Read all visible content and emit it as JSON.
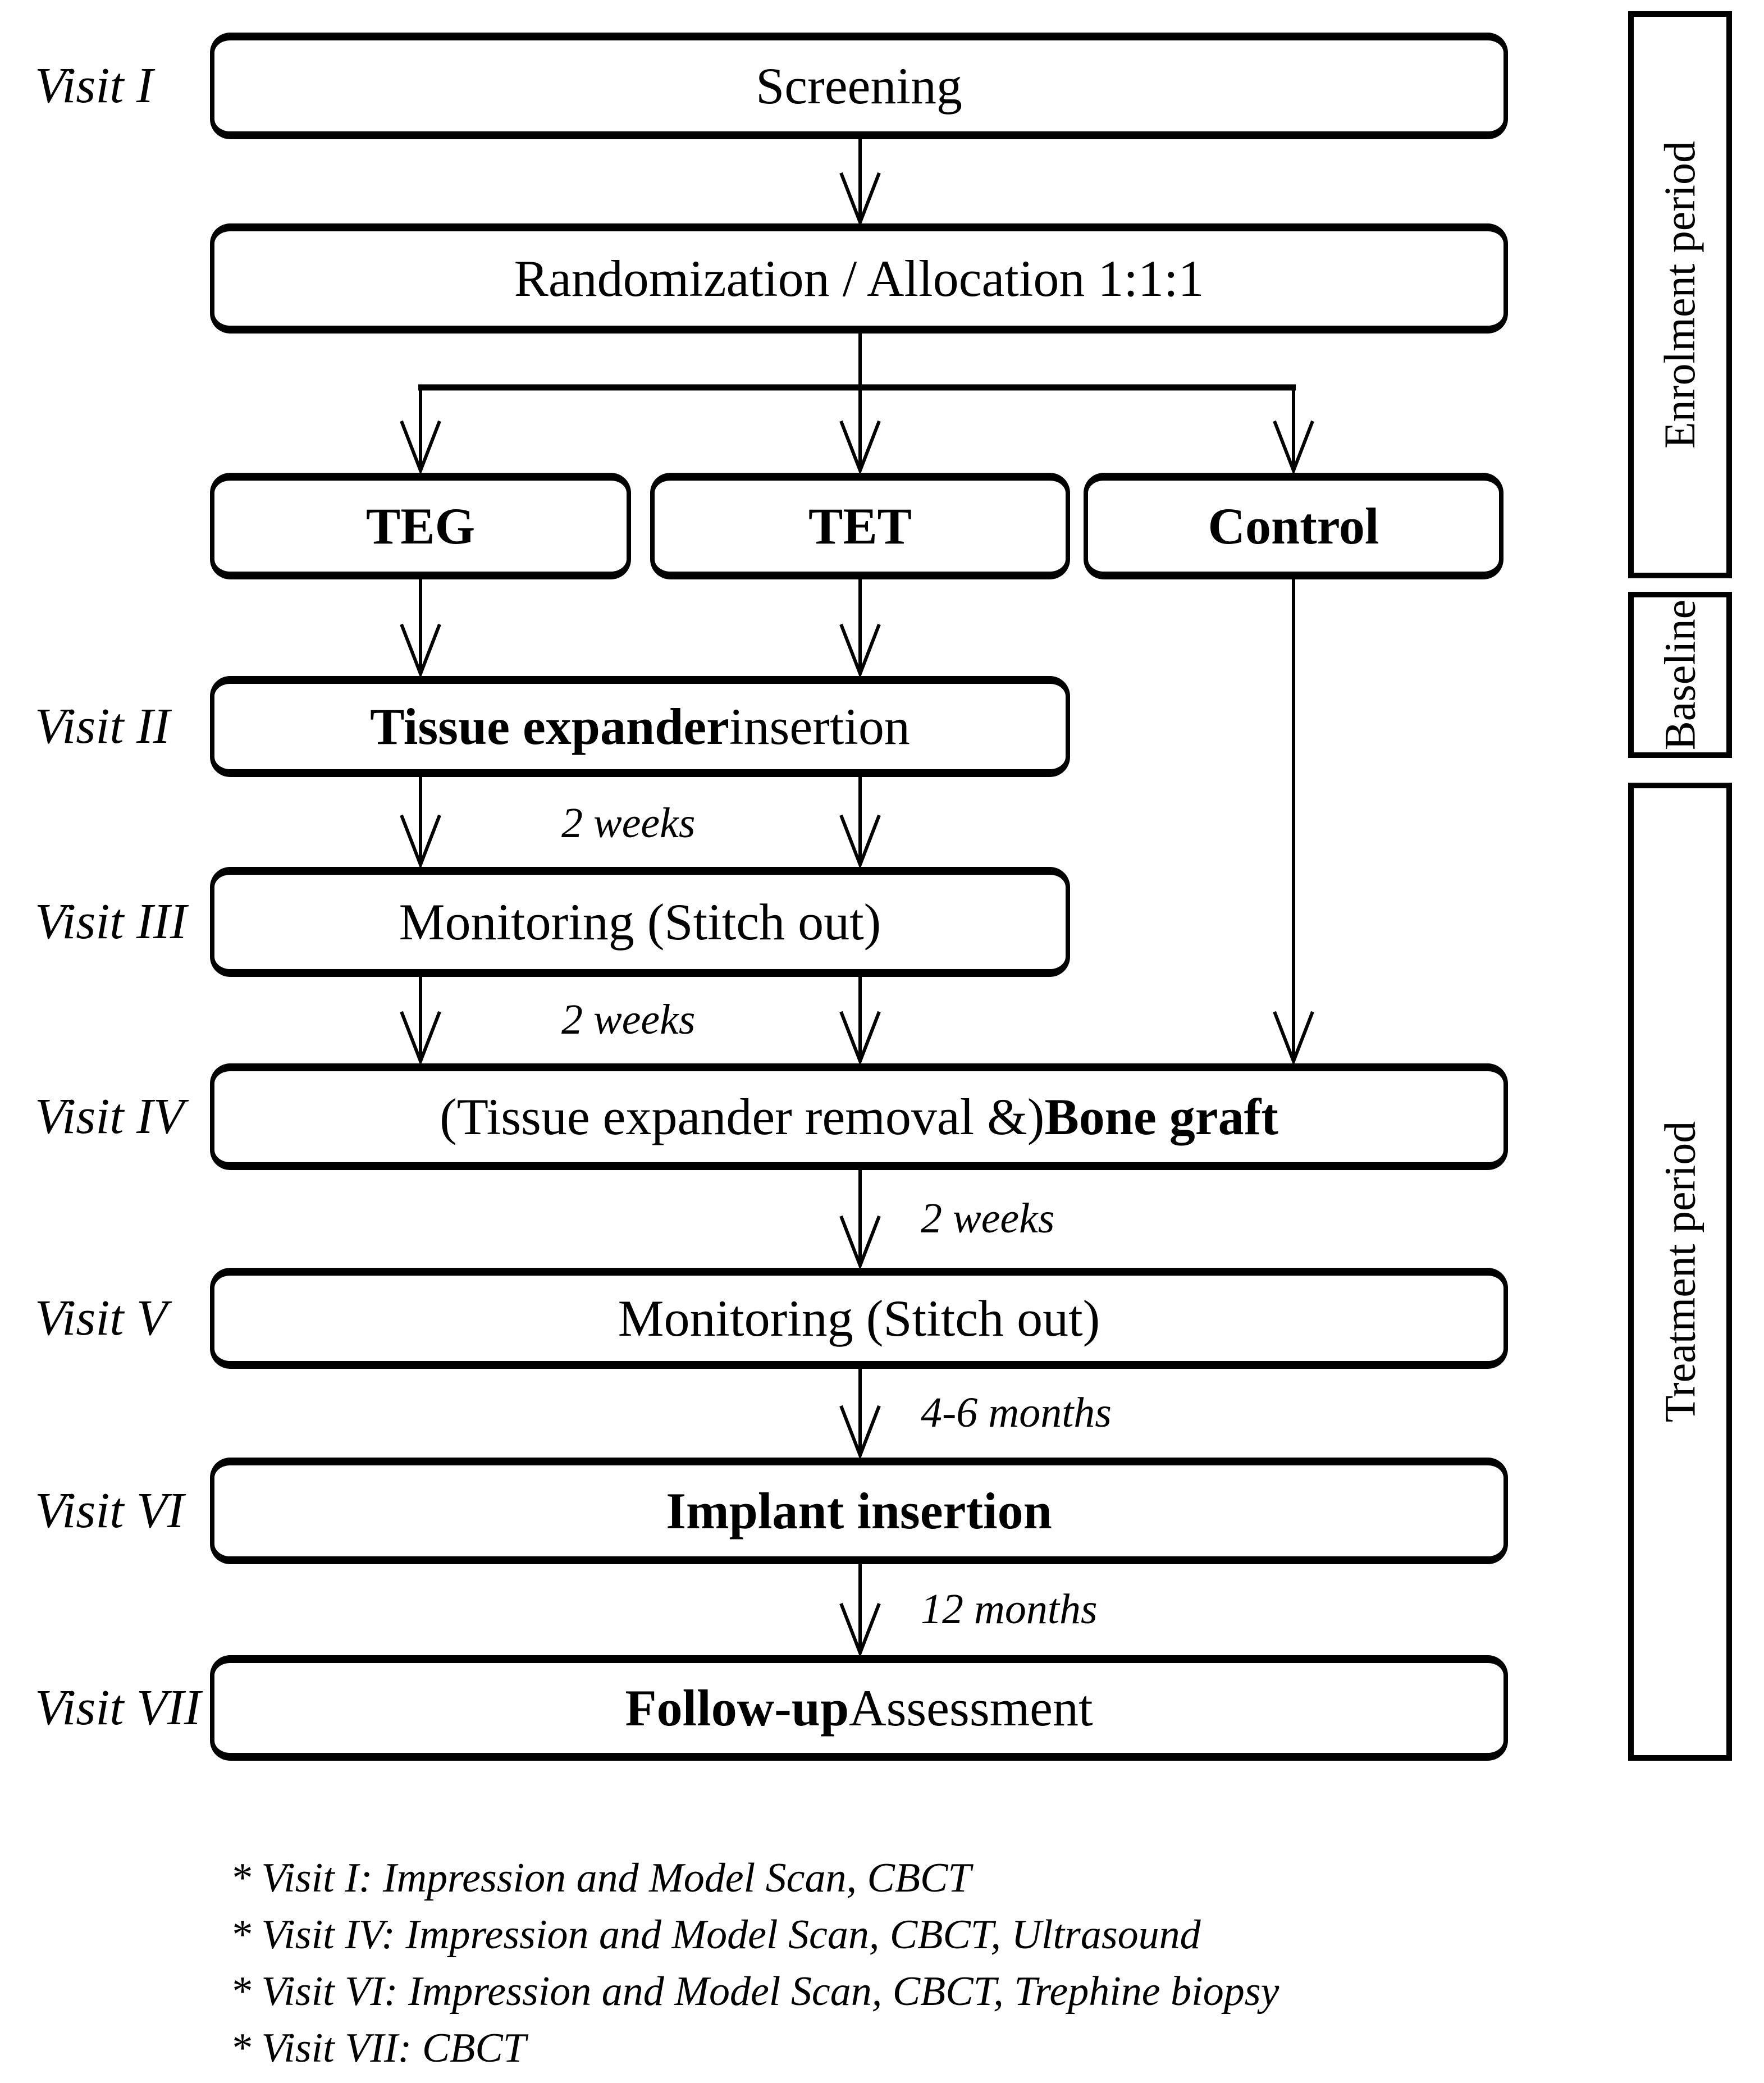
{
  "colors": {
    "ink": "#000000",
    "background": "#ffffff"
  },
  "visit_labels": {
    "v1": "Visit I",
    "v2": "Visit II",
    "v3": "Visit III",
    "v4": "Visit IV",
    "v5": "Visit V",
    "v6": "Visit VI",
    "v7": "Visit VII"
  },
  "boxes": {
    "screening": {
      "pre": "Screening"
    },
    "randomization": {
      "pre": "Randomization / Allocation 1:1:1"
    },
    "teg": {
      "strong": "TEG"
    },
    "tet": {
      "strong": "TET"
    },
    "control": {
      "strong": "Control"
    },
    "visit2": {
      "strong": "Tissue expander",
      "post": " insertion"
    },
    "visit3": {
      "pre": "Monitoring (Stitch out)"
    },
    "visit4": {
      "pre": "(Tissue expander removal &) ",
      "strong": "Bone graft"
    },
    "visit5": {
      "pre": "Monitoring (Stitch out)"
    },
    "visit6": {
      "strong": "Implant insertion"
    },
    "visit7": {
      "strong": "Follow-up",
      "post": " Assessment"
    }
  },
  "intervals": {
    "v2_v3": "2 weeks",
    "v3_v4": "2 weeks",
    "v4_v5": "2 weeks",
    "v5_v6": "4-6 months",
    "v6_v7": "12 months"
  },
  "periods": {
    "enrolment": "Enrolment period",
    "baseline": "Baseline",
    "treatment": "Treatment period"
  },
  "footnotes": [
    "* Visit I: Impression and Model Scan, CBCT",
    "* Visit IV: Impression and Model Scan, CBCT, Ultrasound",
    "* Visit VI: Impression and Model Scan, CBCT, Trephine biopsy",
    "* Visit VII: CBCT"
  ]
}
